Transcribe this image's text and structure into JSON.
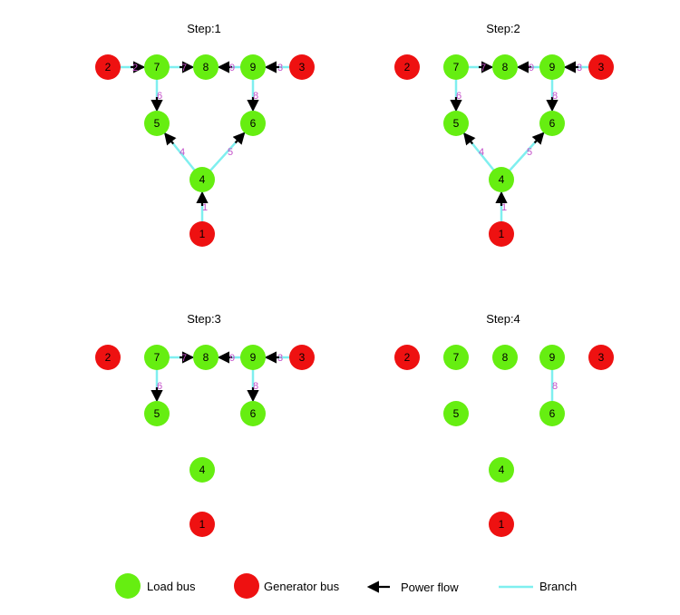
{
  "colors": {
    "load": "#66ee11",
    "generator": "#ee1111",
    "branch": "#7fefef",
    "arrow": "#000000",
    "branch_label": "#c34fc9"
  },
  "diagram": {
    "buses": [
      {
        "id": "1",
        "type": "generator"
      },
      {
        "id": "2",
        "type": "generator"
      },
      {
        "id": "3",
        "type": "generator"
      },
      {
        "id": "4",
        "type": "load"
      },
      {
        "id": "5",
        "type": "load"
      },
      {
        "id": "6",
        "type": "load"
      },
      {
        "id": "7",
        "type": "load"
      },
      {
        "id": "8",
        "type": "load"
      },
      {
        "id": "9",
        "type": "load"
      }
    ],
    "branches": [
      {
        "id": "1",
        "from": "1",
        "to": "4"
      },
      {
        "id": "2",
        "from": "2",
        "to": "7"
      },
      {
        "id": "3",
        "from": "3",
        "to": "9"
      },
      {
        "id": "4",
        "from": "4",
        "to": "5"
      },
      {
        "id": "5",
        "from": "4",
        "to": "6"
      },
      {
        "id": "6",
        "from": "7",
        "to": "5"
      },
      {
        "id": "7",
        "from": "7",
        "to": "8"
      },
      {
        "id": "8",
        "from": "9",
        "to": "6"
      },
      {
        "id": "9",
        "from": "9",
        "to": "8"
      }
    ],
    "steps": [
      {
        "title": "Step:1",
        "active": [
          "1",
          "2",
          "3",
          "4",
          "5",
          "6",
          "7",
          "8",
          "9"
        ],
        "flow": [
          "1",
          "2",
          "3",
          "4",
          "5",
          "6",
          "7",
          "8",
          "9"
        ]
      },
      {
        "title": "Step:2",
        "active": [
          "1",
          "3",
          "4",
          "5",
          "6",
          "7",
          "8",
          "9"
        ],
        "flow": [
          "1",
          "3",
          "4",
          "5",
          "6",
          "7",
          "8",
          "9"
        ]
      },
      {
        "title": "Step:3",
        "active": [
          "3",
          "6",
          "7",
          "8",
          "9"
        ],
        "flow": [
          "3",
          "6",
          "7",
          "8",
          "9"
        ]
      },
      {
        "title": "Step:4",
        "active": [
          "8"
        ],
        "flow": []
      }
    ]
  },
  "legend": {
    "load_bus": "Load bus",
    "generator_bus": "Generator bus",
    "power_flow": "Power flow",
    "branch": "Branch"
  }
}
